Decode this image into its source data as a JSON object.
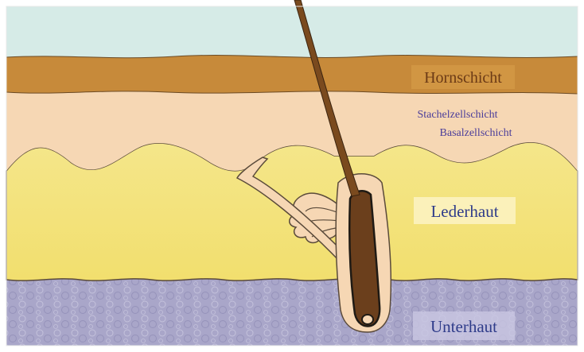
{
  "labels": {
    "hornschicht": "Hornschicht",
    "stachelzellschicht": "Stachelzellschicht",
    "basalzellschicht": "Basalzellschicht",
    "lederhaut": "Lederhaut",
    "unterhaut": "Unterhaut"
  },
  "colors": {
    "sky": "#d6ebe7",
    "hornschicht": "#c78a3a",
    "epidermis": "#f6d7b4",
    "lederhaut": "#f3e47c",
    "unterhaut": "#a9a6c9",
    "hair": "#7a4a1e",
    "outline": "#5a4a3a",
    "label_text_dark": "#6b3a16",
    "label_text_purple": "#4b3d9a",
    "label_text_blue": "#2f3c8a"
  }
}
